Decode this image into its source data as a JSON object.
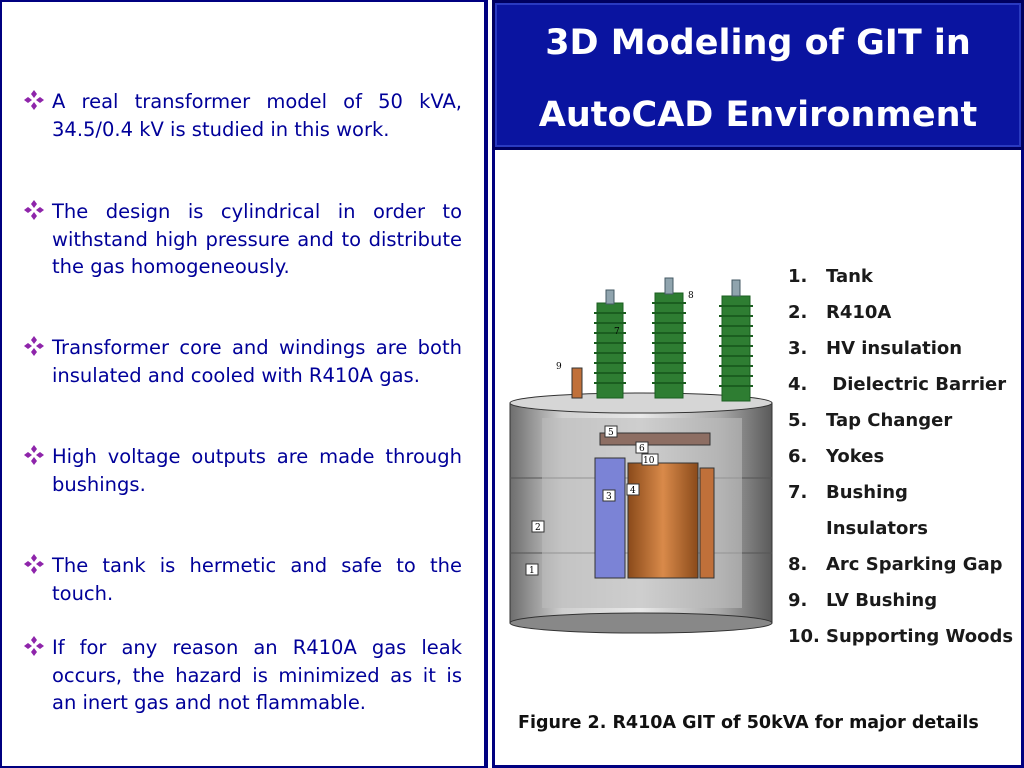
{
  "title": {
    "line1": "3D Modeling of GIT in",
    "line2": "AutoCAD Environment"
  },
  "bullets": [
    "A real transformer model of 50 kVA, 34.5/0.4 kV is studied in this work.",
    "The design is cylindrical in order to withstand high pressure and to distribute the gas homogeneously.",
    "Transformer core and windings are both insulated and cooled with R410A gas.",
    "High voltage outputs are made through bushings.",
    "The tank is hermetic and safe to the touch.",
    "If for any reason an R410A gas leak occurs, the hazard is minimized as it is an inert gas and not flammable."
  ],
  "legend": [
    {
      "num": "1.",
      "label": "Tank"
    },
    {
      "num": "2.",
      "label": "R410A"
    },
    {
      "num": "3.",
      "label": "HV insulation"
    },
    {
      "num": "4.",
      "label": " Dielectric Barrier"
    },
    {
      "num": "5.",
      "label": "Tap Changer"
    },
    {
      "num": "6.",
      "label": "Yokes"
    },
    {
      "num": "7.",
      "label": "Bushing"
    },
    {
      "num": "",
      "label": "Insulators"
    },
    {
      "num": "8.",
      "label": "Arc Sparking Gap"
    },
    {
      "num": "9.",
      "label": "LV Bushing"
    },
    {
      "num": "10.",
      "label": "Supporting Woods"
    }
  ],
  "figure": {
    "callouts": [
      "1",
      "2",
      "3",
      "4",
      "5",
      "6",
      "7",
      "8",
      "9",
      "10"
    ]
  },
  "caption": "Figure 2. R410A GIT of 50kVA for major details",
  "colors": {
    "text_blue": "#000099",
    "title_bg": "#0a14a0",
    "bushing_green": "#2e7d32",
    "bullet_mark": "#7b1fa2"
  }
}
